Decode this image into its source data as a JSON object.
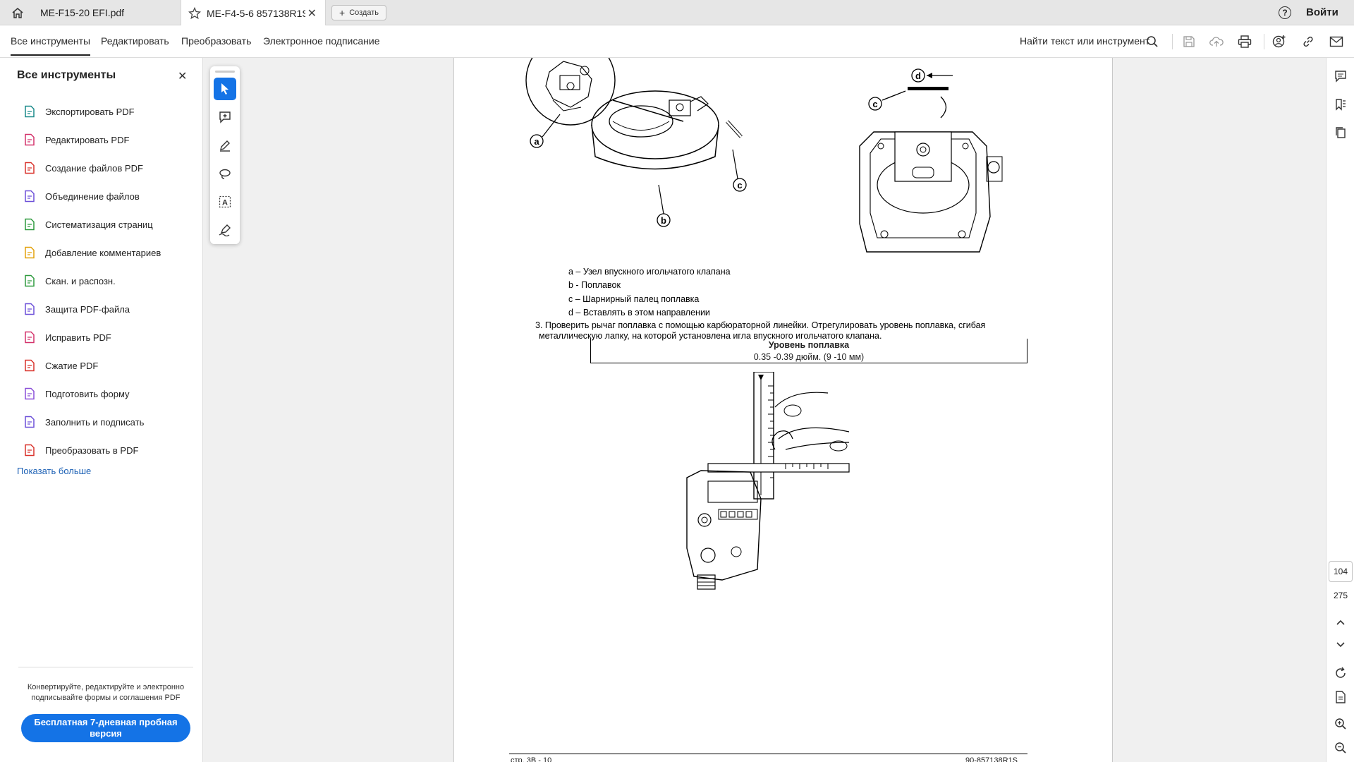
{
  "tabs": [
    {
      "title": "ME-F15-20 EFI.pdf"
    },
    {
      "title": "ME-F4-5-6 857138R1S...."
    }
  ],
  "new_tab_label": "Создать",
  "signin_label": "Войти",
  "help_label": "?",
  "menu": {
    "items": [
      "Все инструменты",
      "Редактировать",
      "Преобразовать",
      "Электронное подписание"
    ],
    "find_label": "Найти текст или инструмент"
  },
  "left_panel": {
    "title": "Все инструменты",
    "tools": [
      {
        "label": "Экспортировать PDF",
        "icon": "export-pdf-icon",
        "color": "#1a8a8a"
      },
      {
        "label": "Редактировать PDF",
        "icon": "edit-pdf-icon",
        "color": "#d4326b"
      },
      {
        "label": "Создание файлов PDF",
        "icon": "create-pdf-icon",
        "color": "#d9322b"
      },
      {
        "label": "Объединение файлов",
        "icon": "combine-files-icon",
        "color": "#6b4fd8"
      },
      {
        "label": "Систематизация страниц",
        "icon": "organize-pages-icon",
        "color": "#2e9a3e"
      },
      {
        "label": "Добавление комментариев",
        "icon": "comment-icon",
        "color": "#e3a20b"
      },
      {
        "label": "Скан. и распозн.",
        "icon": "scan-ocr-icon",
        "color": "#2e9a3e"
      },
      {
        "label": "Защита PDF-файла",
        "icon": "protect-pdf-icon",
        "color": "#6b4fd8"
      },
      {
        "label": "Исправить PDF",
        "icon": "redact-pdf-icon",
        "color": "#d4326b"
      },
      {
        "label": "Сжатие PDF",
        "icon": "compress-pdf-icon",
        "color": "#d9322b"
      },
      {
        "label": "Подготовить форму",
        "icon": "prepare-form-icon",
        "color": "#8a4fd8"
      },
      {
        "label": "Заполнить и подписать",
        "icon": "fill-sign-icon",
        "color": "#6b4fd8"
      },
      {
        "label": "Преобразовать в PDF",
        "icon": "convert-pdf-icon",
        "color": "#d9322b"
      }
    ],
    "show_more": "Показать больше",
    "promo_text": "Конвертируйте, редактируйте и электронно подписывайте формы и соглашения PDF",
    "trial_button": "Бесплатная 7-дневная пробная версия"
  },
  "document": {
    "legend": [
      "a – Узел впускного игольчатого клапана",
      "b - Поплавок",
      "c – Шарнирный палец поплавка",
      "d – Вставлять в этом направлении"
    ],
    "step3_line1": "3. Проверить рычаг поплавка с помощью карбюраторной линейки. Отрегулировать уровень поплавка, сгибая",
    "step3_line2": "металлическую лапку, на которой установлена игла впускного игольчатого клапана.",
    "table_title": "Уровень поплавка",
    "table_value": "0.35 -0.39 дюйм. (9 -10 мм)",
    "fig_labels": [
      "a",
      "b",
      "c",
      "c",
      "d"
    ],
    "footer_left": "стр. 3В - 10",
    "footer_right": "90-857138R1S"
  },
  "pagination": {
    "current": "104",
    "total": "275"
  },
  "colors": {
    "accent": "#1473e6",
    "link": "#1a5fb4"
  }
}
